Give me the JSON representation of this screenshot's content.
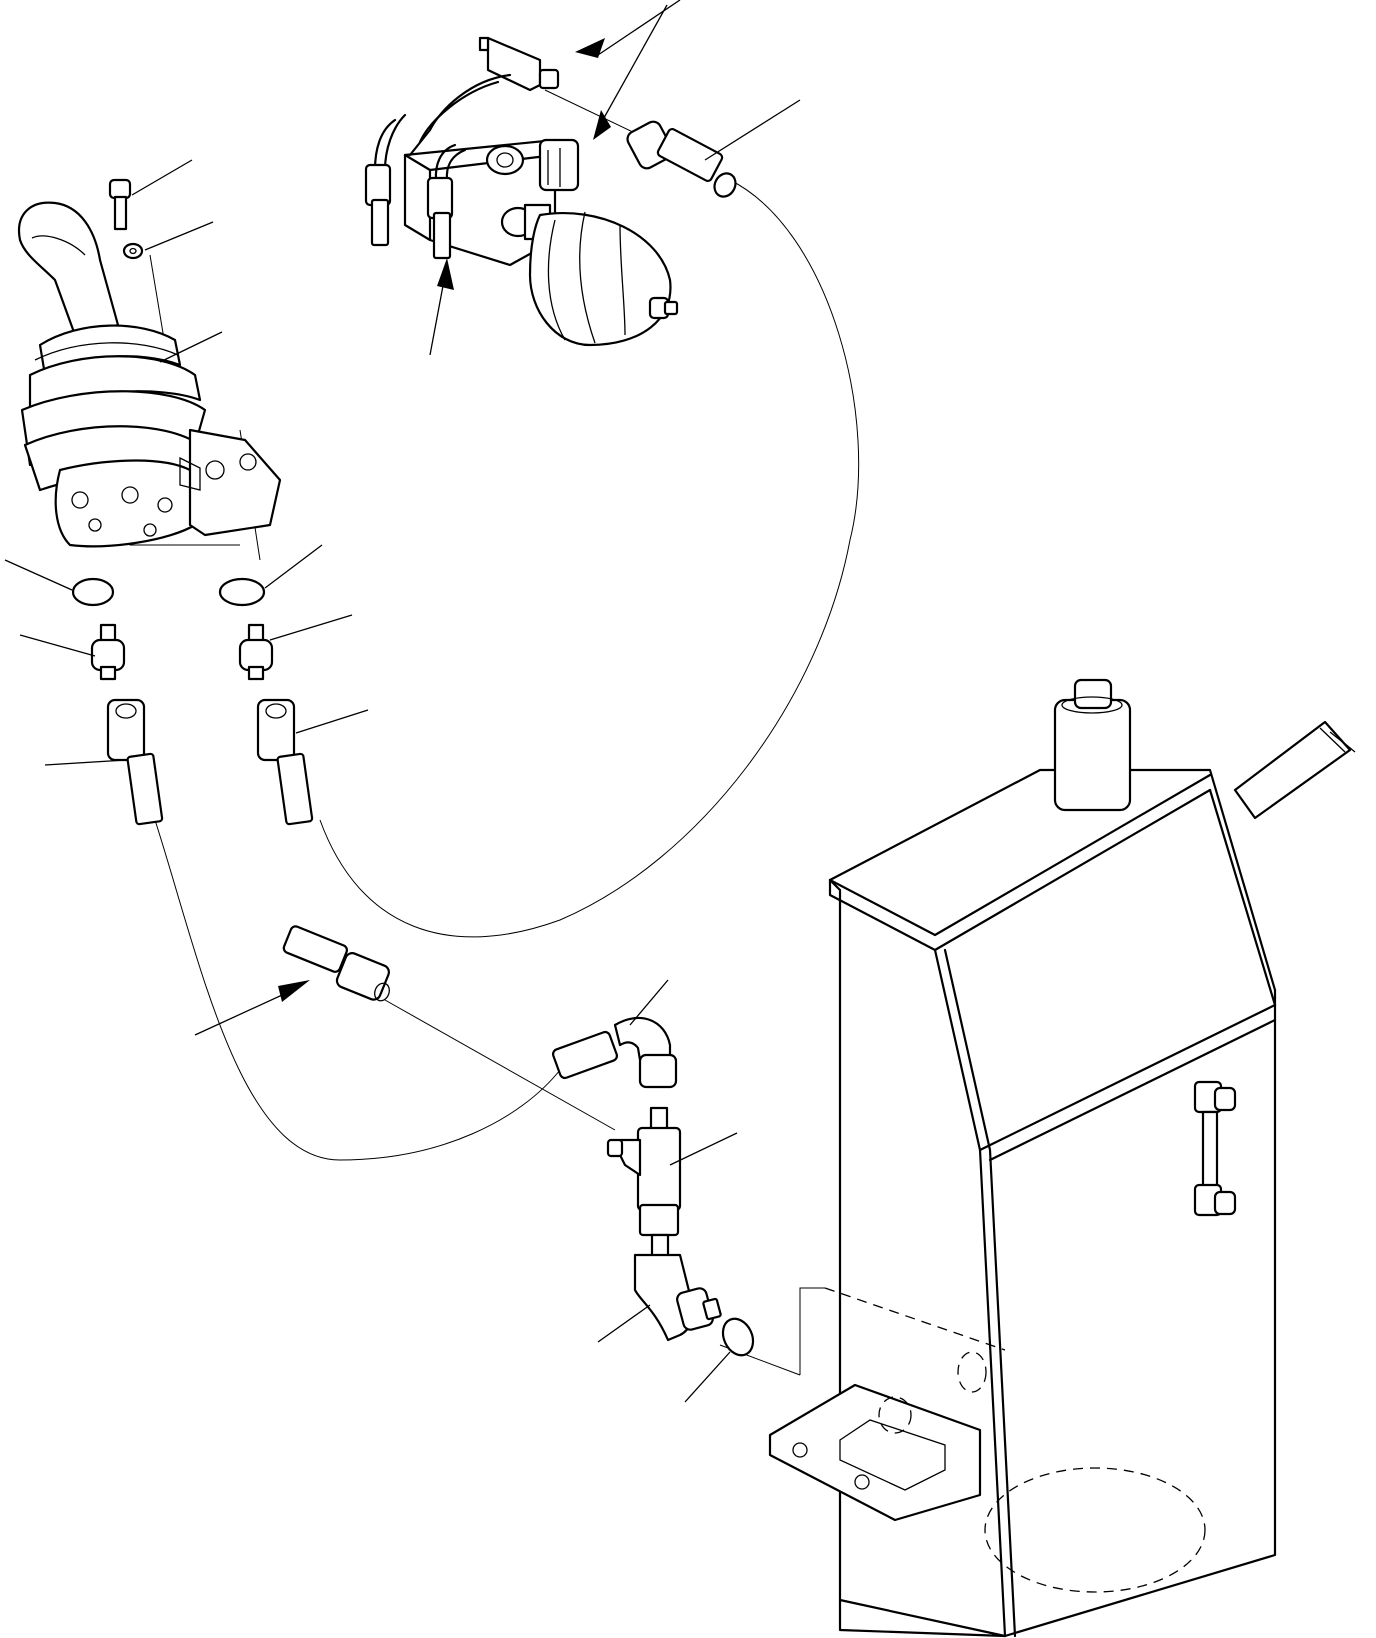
{
  "diagram": {
    "type": "exploded-parts-view",
    "components": [
      "joystick-lever",
      "joystick-boot",
      "joystick-valve-body",
      "cap-screw",
      "washer",
      "o-ring",
      "adapter-fitting",
      "hose",
      "solenoid-valve-block",
      "accumulator",
      "tee-fitting",
      "elbow-fitting",
      "hydraulic-tank",
      "sight-gauge",
      "filler-cap",
      "tank-mounting-bracket"
    ],
    "callout_count": 18,
    "callout_labels": []
  }
}
